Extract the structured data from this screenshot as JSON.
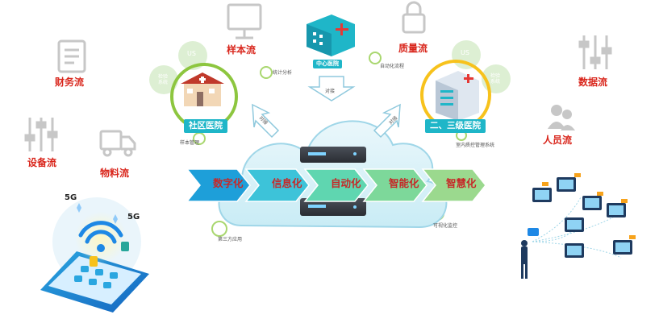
{
  "left_flows": {
    "finance": "财务流",
    "equipment": "设备流",
    "material": "物料流"
  },
  "top_flows": {
    "sample": "样本流",
    "quality": "质量流"
  },
  "right_flows": {
    "data": "数据流",
    "personnel": "人员流"
  },
  "hospitals": {
    "center": "中心医院",
    "community": "社区医院",
    "secondary_tertiary": "二、三级医院"
  },
  "docking": {
    "top": "对接",
    "left": "对接",
    "right": "对接"
  },
  "small_labels": {
    "us_left": "US",
    "us_right": "US",
    "inspect_left": "检验\n系统",
    "inspect_right": "检验\n系统",
    "stat_analysis": "统计分析",
    "auto_process": "自动化流程",
    "sample_mgmt": "样本管理",
    "indoor_qc": "室内质控管理系统",
    "third_party": "第三方应用",
    "visual_monitor": "可视化监控"
  },
  "stages": [
    "数字化",
    "信息化",
    "自动化",
    "智能化",
    "智慧化"
  ],
  "network": {
    "g5_a": "5G",
    "g5_b": "5G"
  },
  "colors": {
    "accent_red": "#d9261c",
    "teal": "#1fb6c8",
    "ring_green": "#8dc63f",
    "ring_yellow": "#f7c21c",
    "stage_grad": [
      "#1e9fd9",
      "#3dc3d9",
      "#5fd6b0",
      "#7dd89a",
      "#9bd98e"
    ]
  }
}
